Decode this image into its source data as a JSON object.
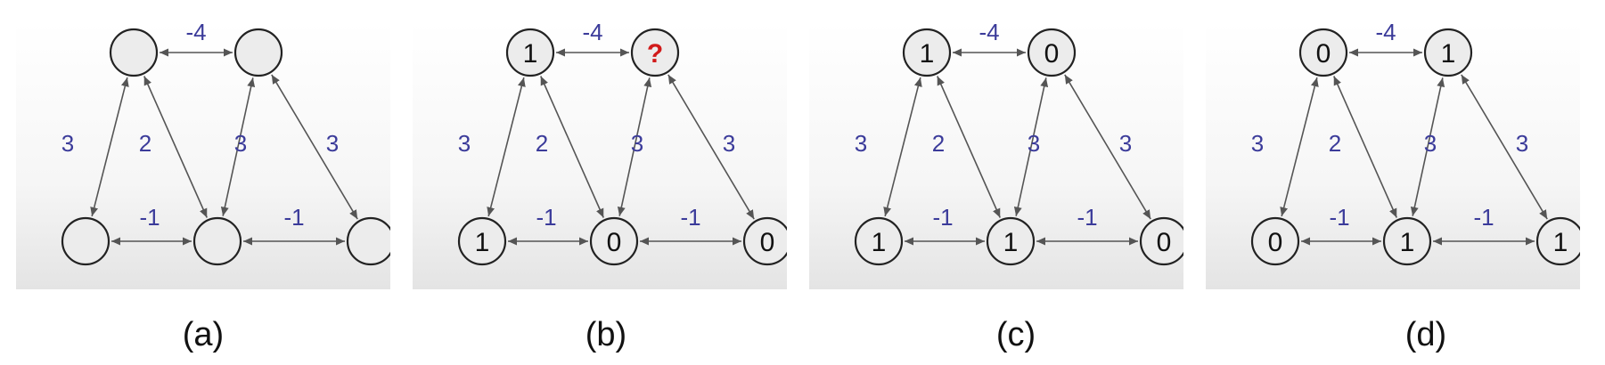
{
  "colors": {
    "edge": "#555555",
    "label": "#3b3b9a",
    "node_fill": "#ececec",
    "node_stroke": "#222222",
    "node_text": "#111111",
    "question": "#d11a1a"
  },
  "edges": [
    {
      "from": "tl",
      "to": "tr",
      "weight": "-4"
    },
    {
      "from": "tl",
      "to": "bl",
      "weight": "3"
    },
    {
      "from": "tl",
      "to": "bm",
      "weight": "2"
    },
    {
      "from": "tr",
      "to": "bm",
      "weight": "3"
    },
    {
      "from": "tr",
      "to": "br",
      "weight": "3"
    },
    {
      "from": "bl",
      "to": "bm",
      "weight": "-1"
    },
    {
      "from": "bm",
      "to": "br",
      "weight": "-1"
    }
  ],
  "panels": [
    {
      "caption": "(a)",
      "states": {
        "tl": "",
        "tr": "",
        "bl": "",
        "bm": "",
        "br": ""
      }
    },
    {
      "caption": "(b)",
      "states": {
        "tl": "1",
        "tr": "?",
        "bl": "1",
        "bm": "0",
        "br": "0"
      }
    },
    {
      "caption": "(c)",
      "states": {
        "tl": "1",
        "tr": "0",
        "bl": "1",
        "bm": "1",
        "br": "0"
      }
    },
    {
      "caption": "(d)",
      "states": {
        "tl": "0",
        "tr": "1",
        "bl": "0",
        "bm": "1",
        "br": "1"
      }
    }
  ]
}
